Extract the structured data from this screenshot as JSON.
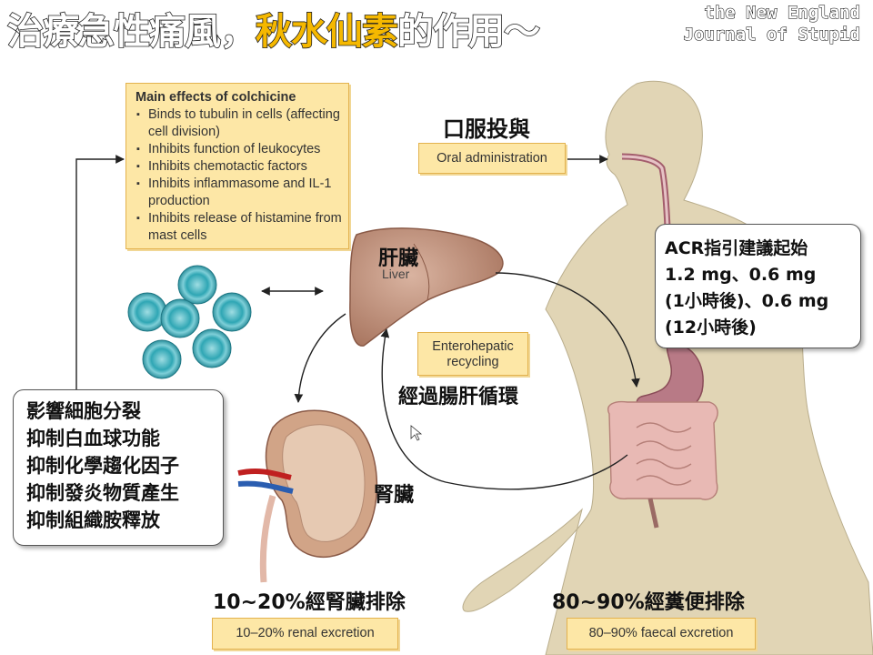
{
  "title": {
    "part1": "治療急性痛風，",
    "highlight": "秋水仙素",
    "part2": "的作用～"
  },
  "journal": {
    "line1": "the New England",
    "line2": "Journal of Stupid"
  },
  "effects_box": {
    "heading": "Main effects of colchicine",
    "items": [
      "Binds to tubulin in cells (affecting cell division)",
      "Inhibits function of leukocytes",
      "Inhibits chemotactic factors",
      "Inhibits inflammasome and IL-1 production",
      "Inhibits release of histamine from mast cells"
    ]
  },
  "oral": {
    "zh": "口服投與",
    "en": "Oral administration"
  },
  "liver": {
    "zh": "肝臟",
    "en": "Liver"
  },
  "entero": {
    "en": "Enterohepatic recycling",
    "zh": "經過腸肝循環"
  },
  "kidney": {
    "zh": "腎臟"
  },
  "renal": {
    "zh": "10~20%經腎臟排除",
    "en": "10–20% renal excretion"
  },
  "faecal": {
    "zh": "80~90%經糞便排除",
    "en": "80–90% faecal excretion"
  },
  "acr_callout": {
    "lines": [
      "ACR指引建議起始",
      "1.2 mg、0.6 mg",
      "(1小時後)、0.6 mg",
      "(12小時後)"
    ]
  },
  "effects_zh_callout": {
    "lines": [
      "影響細胞分裂",
      "抑制白血球功能",
      "抑制化學趨化因子",
      "抑制發炎物質產生",
      "抑制組織胺釋放"
    ]
  },
  "colors": {
    "highlight": "#f5b800",
    "box_fill": "#fde7a6",
    "box_border": "#e3b24e",
    "body": "#e1d5b5",
    "organ": "#c49c86"
  }
}
